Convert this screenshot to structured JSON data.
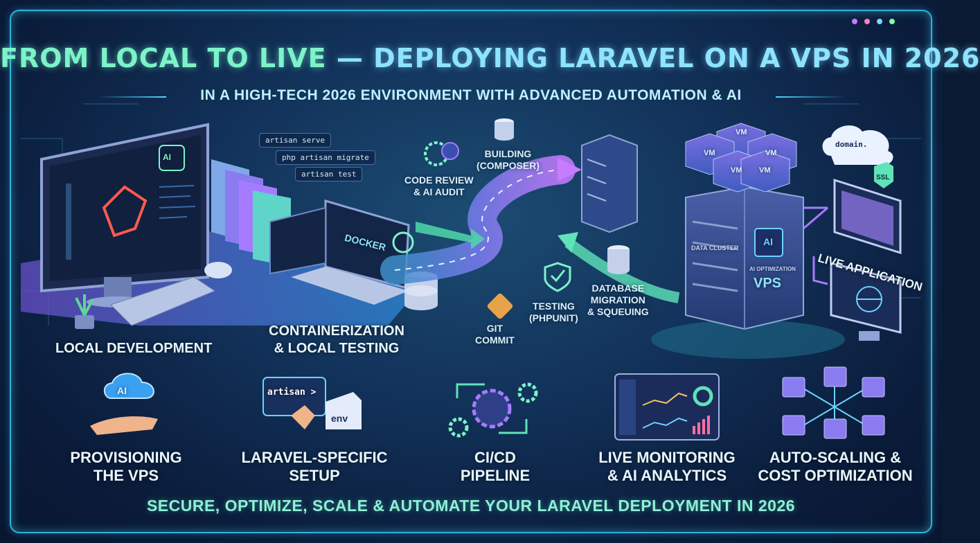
{
  "title": {
    "part1": "FROM LOCAL TO LIVE",
    "dash": " — ",
    "part2": "DEPLOYING LARAVEL ON A VPS IN 2026"
  },
  "subtitle": "IN A HIGH-TECH 2026 ENVIRONMENT WITH ADVANCED AUTOMATION & AI",
  "commands": [
    "artisan serve",
    "php artisan migrate",
    "artisan test"
  ],
  "monitor_badge": "AI",
  "docker_label": "DOCKER",
  "stages": {
    "local_development": "LOCAL DEVELOPMENT",
    "containerization": [
      "CONTAINERIZATION",
      "& LOCAL TESTING"
    ],
    "code_review": [
      "CODE REVIEW",
      "& AI AUDIT"
    ],
    "building": [
      "BUILDING",
      "(COMPOSER)"
    ],
    "git_commit": [
      "GIT",
      "COMMIT"
    ],
    "testing": [
      "TESTING",
      "(PHPUNIT)"
    ],
    "database_migration": [
      "DATABASE",
      "MIGRATION",
      "& SQUEUING"
    ],
    "live_application": "LIVE APPLICATION"
  },
  "server": {
    "vm_labels": [
      "VM",
      "VM",
      "VM",
      "VM",
      "VM"
    ],
    "chip": "AI",
    "tag": "VPS",
    "caption": "AI OPTIMIZATION",
    "side_text": "DATA CLUSTER"
  },
  "domain": {
    "label": "domain.",
    "ssl": "SSL"
  },
  "bottom_items": [
    {
      "line1": "PROVISIONING",
      "line2": "THE VPS",
      "badge": "AI"
    },
    {
      "line1": "LARAVEL-SPECIFIC",
      "line2": "SETUP",
      "prompt": "artisan >",
      "file": "env"
    },
    {
      "line1": "CI/CD",
      "line2": "PIPELINE"
    },
    {
      "line1": "LIVE MONITORING",
      "line2": "& AI ANALYTICS"
    },
    {
      "line1": "AUTO-SCALING &",
      "line2": "COST OPTIMIZATION"
    }
  ],
  "footer": "SECURE, OPTIMIZE, SCALE & AUTOMATE YOUR LARAVEL DEPLOYMENT IN 2026",
  "colors": {
    "accent": "#4fd8ff",
    "green": "#7cf3c8",
    "purple": "#a67cff",
    "frame": "#2fb3d6",
    "background": "#12325a"
  }
}
